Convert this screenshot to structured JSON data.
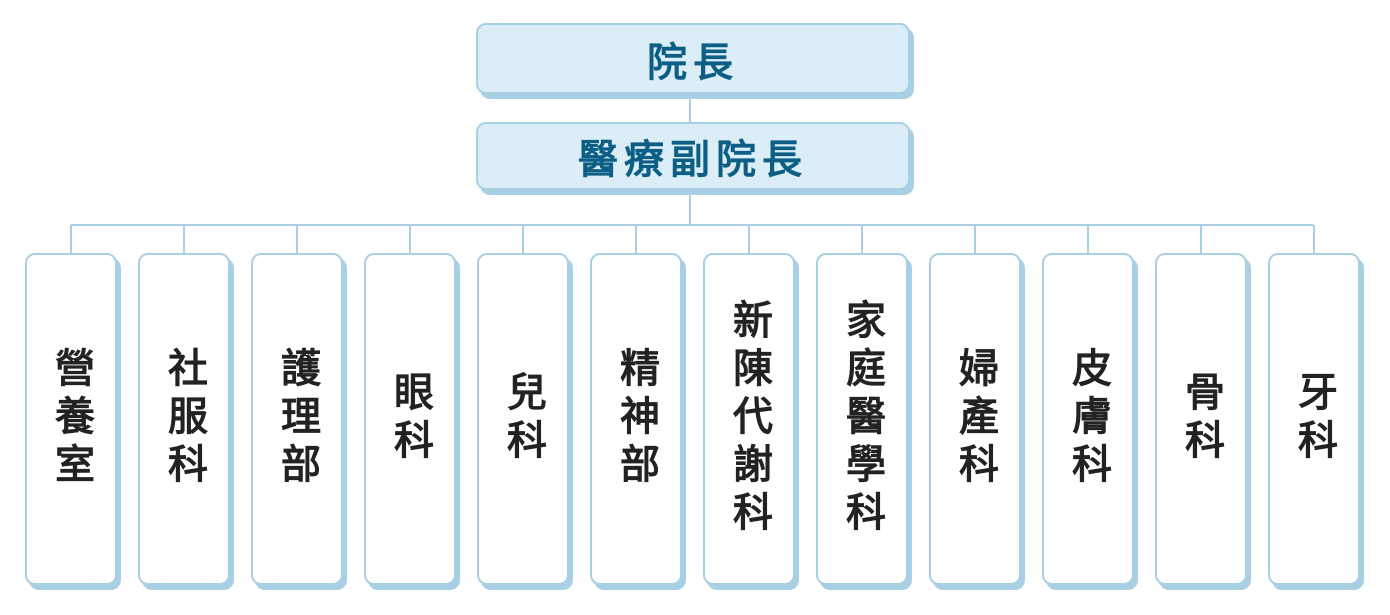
{
  "colors": {
    "box_border": "#a9cfe4",
    "top_box_fill": "#dbeef7",
    "top_box_text": "#0d5e85",
    "dept_text": "#222222"
  },
  "president": {
    "label": "院長"
  },
  "vice_president": {
    "label": "醫療副院長"
  },
  "departments": [
    {
      "label": "營養室"
    },
    {
      "label": "社服科"
    },
    {
      "label": "護理部"
    },
    {
      "label": "眼科"
    },
    {
      "label": "兒科"
    },
    {
      "label": "精神部"
    },
    {
      "label": "新陳代謝科"
    },
    {
      "label": "家庭醫學科"
    },
    {
      "label": "婦產科"
    },
    {
      "label": "皮膚科"
    },
    {
      "label": "骨科"
    },
    {
      "label": "牙科"
    }
  ]
}
